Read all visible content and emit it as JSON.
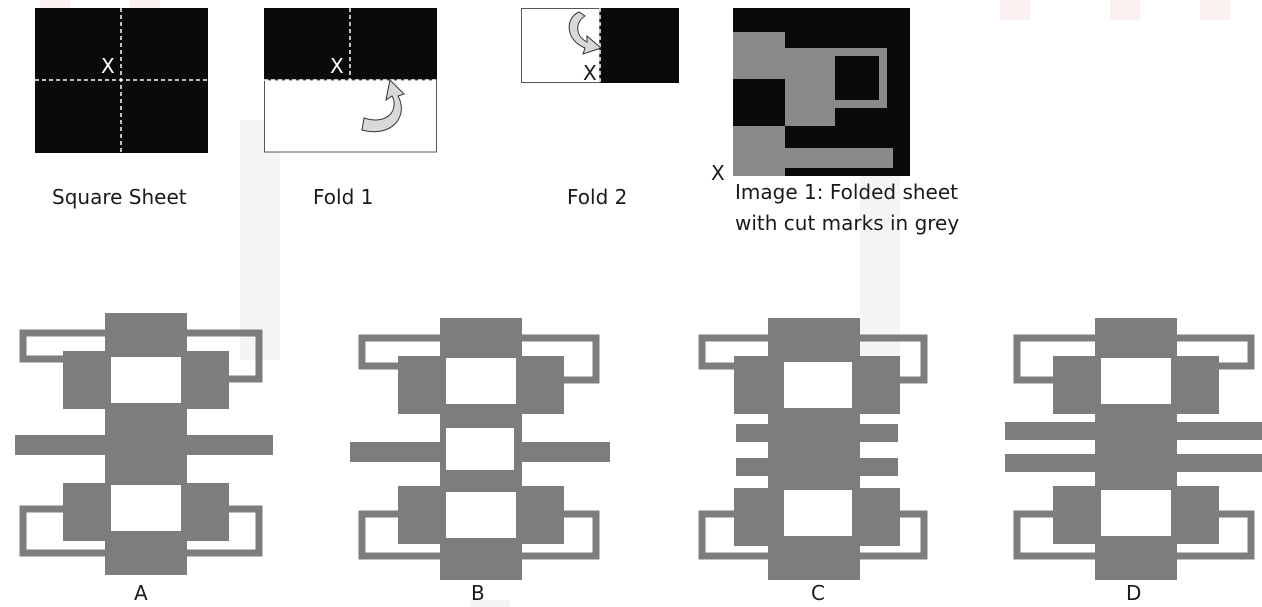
{
  "top_row": {
    "square_sheet": {
      "caption": "Square Sheet",
      "marker": "X"
    },
    "fold1": {
      "caption": "Fold 1",
      "marker": "X"
    },
    "fold2": {
      "caption": "Fold 2",
      "marker": "X"
    },
    "image1": {
      "caption_line1": "Image 1: Folded sheet",
      "caption_line2": "with cut marks in grey",
      "marker": "X"
    }
  },
  "options": [
    {
      "id": "A",
      "label": "A"
    },
    {
      "id": "B",
      "label": "B"
    },
    {
      "id": "C",
      "label": "C"
    },
    {
      "id": "D",
      "label": "D"
    }
  ],
  "colors": {
    "sheet": "#0a0a0a",
    "cut_grey": "#7d7d7d",
    "image_grey": "#8a8a8a",
    "outline": "#555555",
    "watermark": "#f2d8d8"
  }
}
